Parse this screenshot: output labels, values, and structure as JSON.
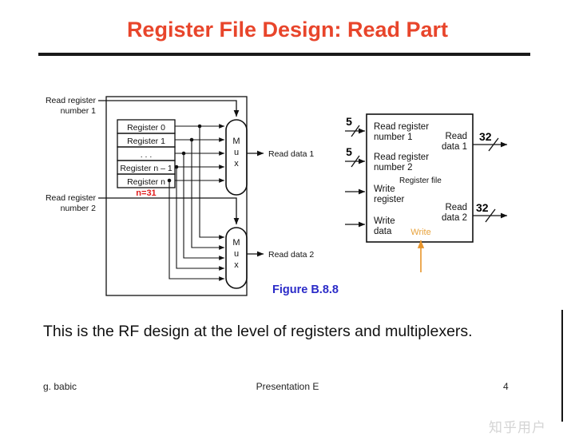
{
  "slide": {
    "title": "Register File Design: Read Part",
    "sentence": "This is the RF design at the level of registers and multiplexers.",
    "figure_caption": "Figure B.8.8"
  },
  "footer": {
    "author": "g. babic",
    "center": "Presentation E",
    "page": "4"
  },
  "watermark": "知乎用户",
  "left_diagram": {
    "input_labels": [
      {
        "line1": "Read register",
        "line2": "number 1"
      },
      {
        "line1": "Read register",
        "line2": "number 2"
      }
    ],
    "registers": [
      "Register 0",
      "Register 1",
      ". . .",
      "Register n – 1",
      "Register n"
    ],
    "n_note": "n=31",
    "mux_label": [
      "M",
      "u",
      "x"
    ],
    "outputs": [
      "Read data 1",
      "Read data 2"
    ]
  },
  "right_diagram": {
    "block_title": "Register file",
    "inputs": [
      {
        "line1": "Read register",
        "line2": "number 1",
        "width": "5"
      },
      {
        "line1": "Read register",
        "line2": "number 2",
        "width": "5"
      },
      {
        "line1": "Write",
        "line2": "register",
        "width": ""
      },
      {
        "line1": "Write",
        "line2": "data",
        "width": ""
      }
    ],
    "outputs": [
      {
        "line1": "Read",
        "line2": "data 1",
        "width": "32"
      },
      {
        "line1": "Read",
        "line2": "data 2",
        "width": "32"
      }
    ],
    "control": "Write"
  },
  "colors": {
    "title": "#E8452B",
    "figure": "#2B2BC8",
    "note": "#E01B1B",
    "control": "#E8942A",
    "wire": "#111111"
  }
}
